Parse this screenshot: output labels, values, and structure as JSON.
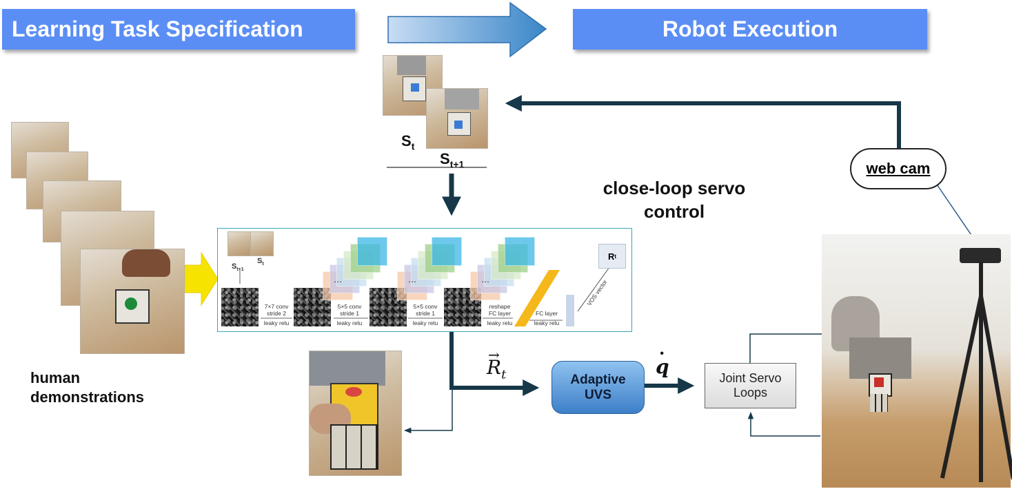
{
  "banners": {
    "learning": "Learning Task Specification",
    "robot": "Robot Execution"
  },
  "states": {
    "st": "S",
    "st_sub": "t",
    "st1": "S",
    "st1_sub": "t+1"
  },
  "loop_label": [
    "close-loop servo",
    "control"
  ],
  "human_label": [
    "human",
    "demonstrations"
  ],
  "network": {
    "thumb_st1": "S",
    "thumb_st1_sub": "t+1",
    "thumb_st": "S",
    "thumb_st_sub": "t",
    "layer1": [
      "7×7 conv",
      "stride 2",
      "leaky relu"
    ],
    "layer2": [
      "5×5 conv",
      "stride 1",
      "leaky relu"
    ],
    "layer3": [
      "5×5 conv",
      "stride 1",
      "leaky relu"
    ],
    "layer4": [
      "reshape",
      "FC layer",
      "leaky relu"
    ],
    "layer5": [
      "FC layer",
      "leaky relu"
    ],
    "vos": "VOS vector",
    "rt": "R",
    "rt_sub": "t",
    "dots": "⋯"
  },
  "rt_label": "R",
  "rt_label_sub": "t",
  "qdot_label": "q",
  "uvs": [
    "Adaptive",
    "UVS"
  ],
  "joint": [
    "Joint Servo",
    "Loops"
  ],
  "webcam": "web cam",
  "colors": {
    "banner": "#5b8ef5",
    "arrow_dark": "#163848",
    "uvs": "#3d7fc9",
    "net_border": "#3aa6b9",
    "yellow_arrow": "#f6e300"
  }
}
